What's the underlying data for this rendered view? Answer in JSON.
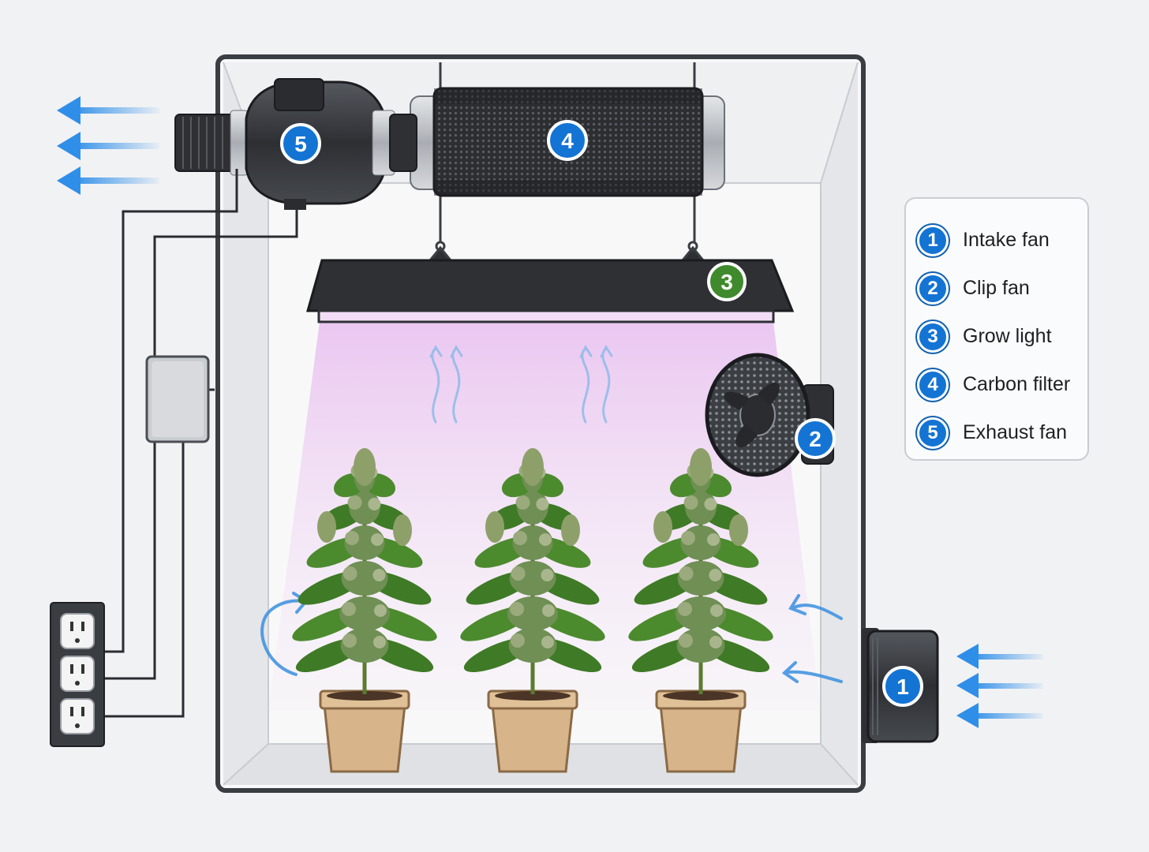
{
  "legend": {
    "items": [
      {
        "num": "1",
        "label": "Intake fan"
      },
      {
        "num": "2",
        "label": "Clip fan"
      },
      {
        "num": "3",
        "label": "Grow light"
      },
      {
        "num": "4",
        "label": "Carbon filter"
      },
      {
        "num": "5",
        "label": "Exhaust fan"
      }
    ]
  },
  "callouts": {
    "intake_fan": "1",
    "clip_fan": "2",
    "grow_light": "3",
    "carbon_filter": "4",
    "exhaust_fan": "5"
  },
  "colors": {
    "callout_blue": "#1474d4",
    "callout_green": "#3f8a2c",
    "airflow_blue": "#2f8fe8",
    "grow_light_glow": "#e9b8ee",
    "tent_frame": "#3a3d42"
  }
}
